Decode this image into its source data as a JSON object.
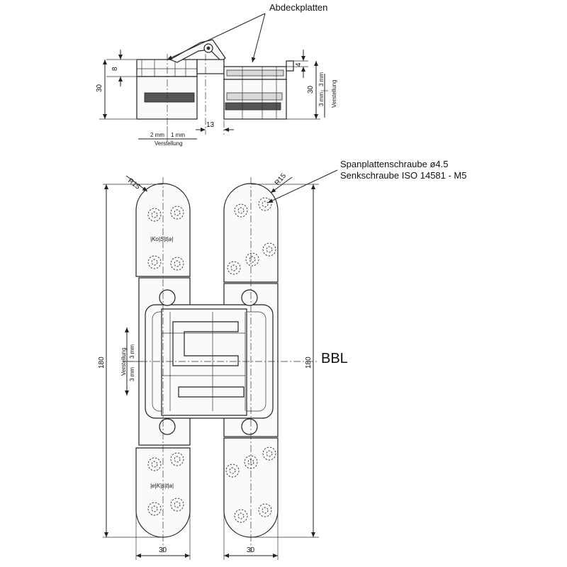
{
  "labels": {
    "cover_plates": "Abdeckplatten",
    "screw_line1": "Spanplattenschraube ø4.5",
    "screw_line2": "Senkschraube ISO 14581 - M5",
    "bbl": "BBL"
  },
  "top_view": {
    "dim_8": "8",
    "dim_30_left": "30",
    "dim_4": "4",
    "dim_30_right": "30",
    "dim_13": "13",
    "adj_2mm": "2 mm",
    "adj_1mm": "1 mm",
    "adj_label": "Verstellung",
    "right_3mm_a": "3 mm",
    "right_3mm_b": "3 mm",
    "right_adj_label": "Verstellung"
  },
  "front_view": {
    "radius_left": "R15",
    "radius_right": "R15",
    "height_left": "180",
    "height_right": "180",
    "width_left": "30",
    "width_right": "30",
    "vert_adj_label": "Verstellung",
    "vert_3mm_a": "3 mm",
    "vert_3mm_b": "3 mm",
    "brand_top": "|Ko|S|t|a|",
    "brand_bottom": "|e|K|s|t|a|"
  }
}
